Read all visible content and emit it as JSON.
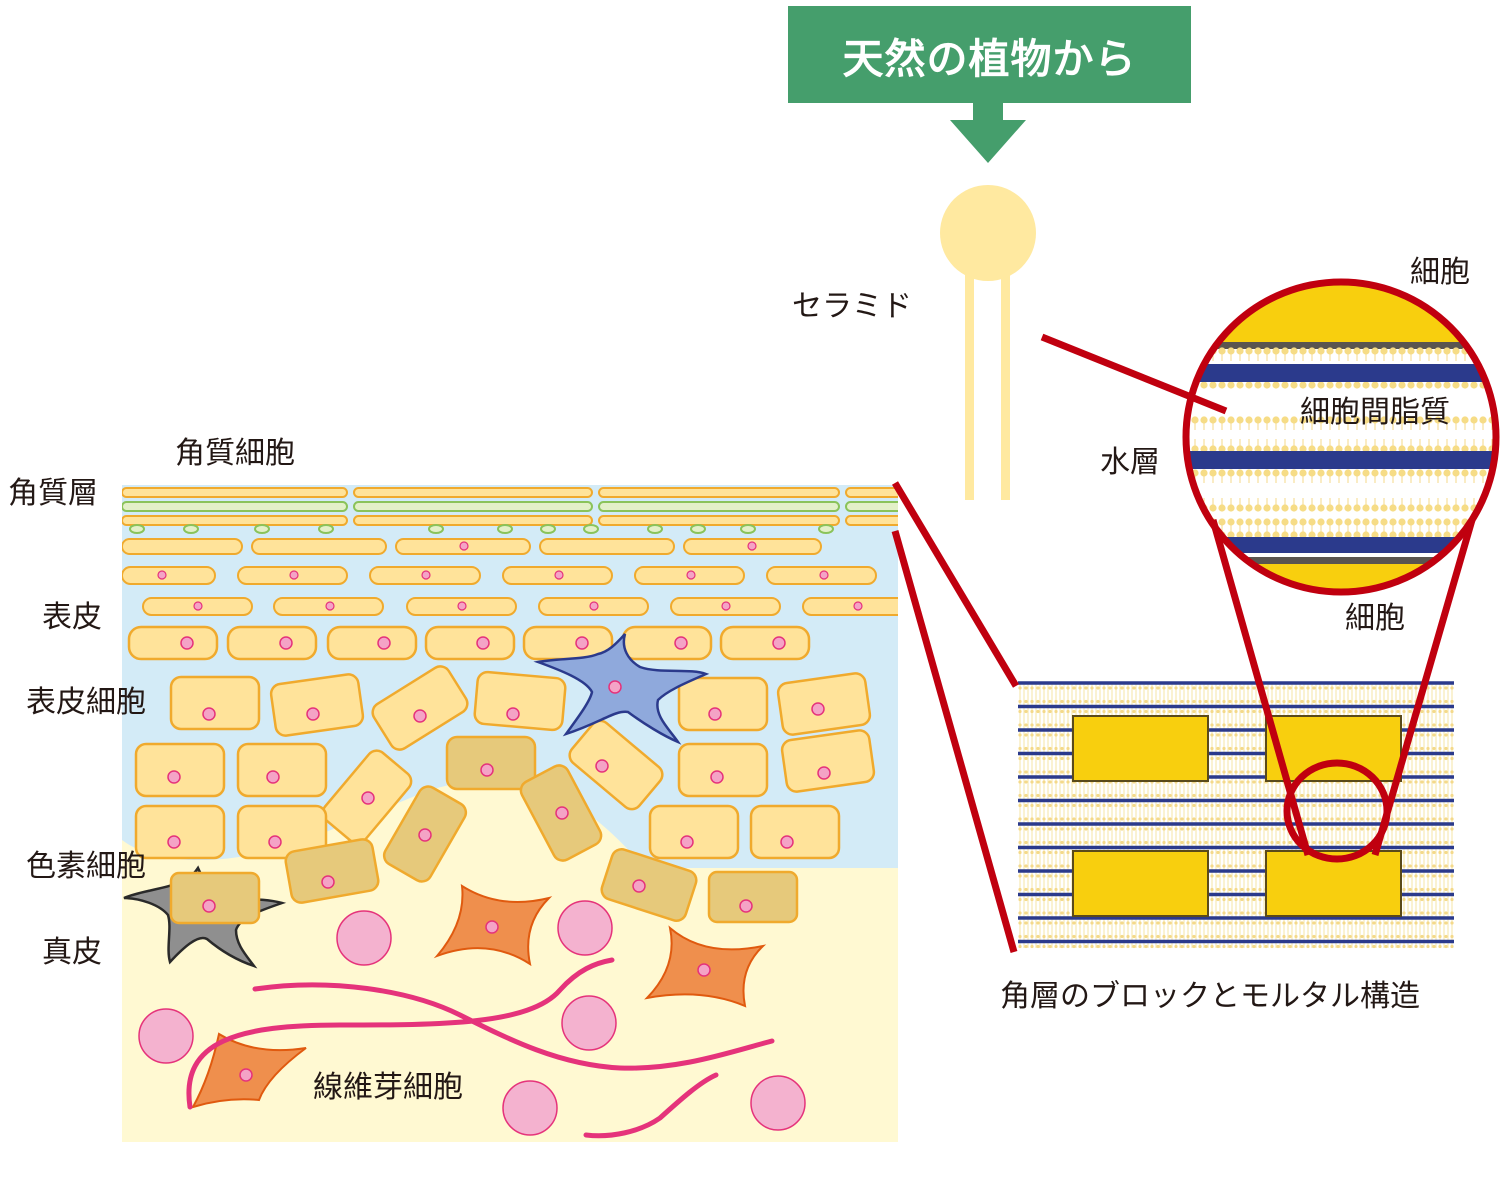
{
  "banner": {
    "text": "天然の植物から"
  },
  "labels": {
    "ceramide": "セラミド",
    "cell_top": "細胞",
    "cell_bottom": "細胞",
    "intercellular_lipid": "細胞間脂質",
    "water_layer": "水層",
    "structure_caption": "角層のブロックとモルタル構造",
    "corneocyte": "角質細胞",
    "stratum_corneum": "角質層",
    "epidermis": "表皮",
    "epidermal_cell": "表皮細胞",
    "melanocyte": "色素細胞",
    "dermis": "真皮",
    "fibroblast": "線維芽細胞"
  },
  "colors": {
    "banner_green": "#459e6c",
    "highlight_red": "#c0000f",
    "lipid_yellow": "#ffe9a0",
    "block_yellow": "#f8cf0e",
    "lipid_blue": "#2b3a8c",
    "epidermis_blue": "#d3ebf7",
    "dermis_cream": "#fff9d2",
    "cell_fill": "#ffe39a",
    "cell_stroke": "#f0aa2d",
    "fibroblast_orange": "#ef8f4d",
    "fiber_pink": "#e5337b"
  }
}
